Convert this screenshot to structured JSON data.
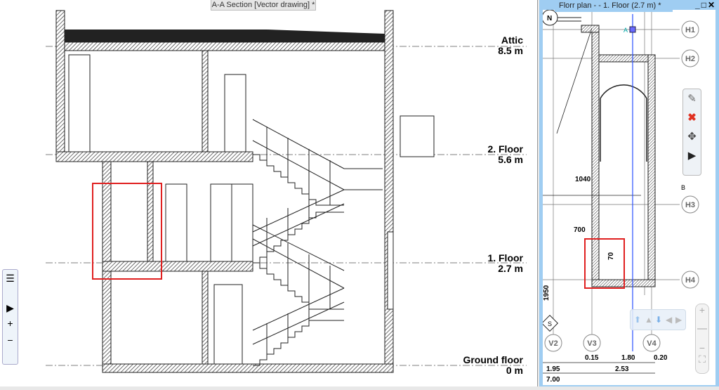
{
  "section_window": {
    "title": "A-A Section [Vector drawing] *",
    "levels": [
      {
        "name": "Attic",
        "height": "8.5 m"
      },
      {
        "name": "2. Floor",
        "height": "5.6 m"
      },
      {
        "name": "1. Floor",
        "height": "2.7 m"
      },
      {
        "name": "Ground floor",
        "height": "0 m"
      }
    ],
    "side_toolbar": {
      "list_icon": "list-icon",
      "expand_icon": "play-icon",
      "zoom_in": "+",
      "zoom_out": "−"
    }
  },
  "plan_window": {
    "title": "Florr plan -  - 1. Floor (2.7 m) *",
    "window_buttons": [
      "_",
      "□",
      "✕"
    ],
    "north": "N",
    "south": "S",
    "grid_rows": [
      "H1",
      "H2",
      "H3",
      "H4"
    ],
    "grid_cols": [
      "V2",
      "V3",
      "V4"
    ],
    "section_marks": [
      "A",
      "B"
    ],
    "dimensions": [
      "1040",
      "700",
      "70",
      "1950",
      "0.15",
      "1.80",
      "0.20",
      "1.95",
      "2.53",
      "7.00"
    ],
    "edit_toolbar": [
      "pencil-icon",
      "delete-icon",
      "move-icon",
      "play-icon"
    ],
    "highlight_color": "#e02020",
    "accent_color": "#9fcdf2"
  }
}
